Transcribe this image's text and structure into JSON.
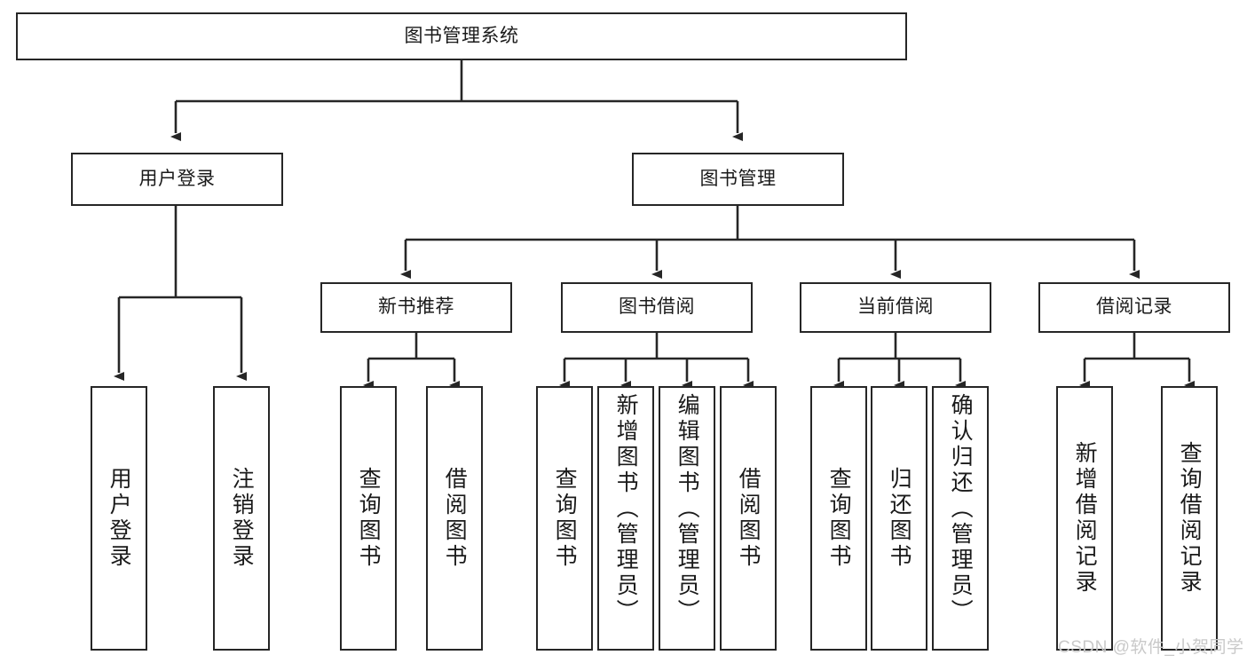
{
  "diagram": {
    "type": "tree-hierarchy-chart",
    "title": "图书管理系统",
    "colors": {
      "background": "#ffffff",
      "node_border": "#262626",
      "node_fill": "#ffffff",
      "connector": "#262626",
      "text": "#1a1a1a",
      "watermark": "#c9c9c9"
    },
    "root": {
      "label": "图书管理系统"
    },
    "level2": [
      {
        "label": "用户登录"
      },
      {
        "label": "图书管理"
      }
    ],
    "level3": [
      {
        "label": "新书推荐"
      },
      {
        "label": "图书借阅"
      },
      {
        "label": "当前借阅"
      },
      {
        "label": "借阅记录"
      }
    ],
    "leaves": {
      "user_login": [
        {
          "label": "用户登录"
        },
        {
          "label": "注销登录"
        }
      ],
      "new_book_recommend": [
        {
          "label": "查询图书"
        },
        {
          "label": "借阅图书"
        }
      ],
      "book_borrow": [
        {
          "label": "查询图书"
        },
        {
          "label": "新增图书（管理员）"
        },
        {
          "label": "编辑图书（管理员）"
        },
        {
          "label": "借阅图书"
        }
      ],
      "current_borrow": [
        {
          "label": "查询图书"
        },
        {
          "label": "归还图书"
        },
        {
          "label": "确认归还（管理员）"
        }
      ],
      "borrow_record": [
        {
          "label": "新增借阅记录"
        },
        {
          "label": "查询借阅记录"
        }
      ]
    }
  },
  "watermark": {
    "text": "CSDN @软件_小贺同学"
  }
}
